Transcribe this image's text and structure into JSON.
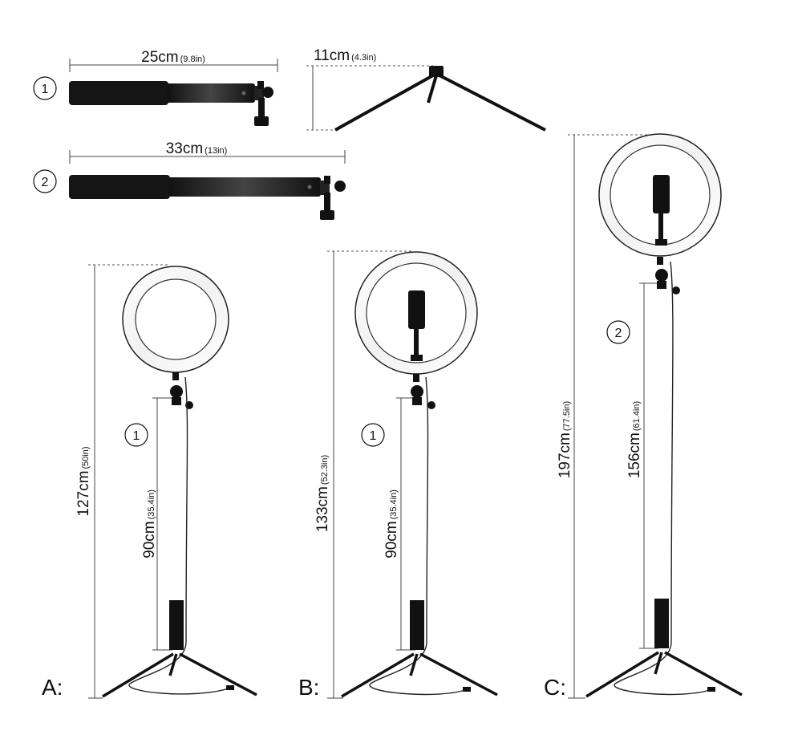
{
  "dimensions": {
    "stick_1": {
      "main": "25cm",
      "sub": "(9.8in)"
    },
    "stick_2": {
      "main": "33cm",
      "sub": "(13in)"
    },
    "tripod": {
      "main": "11cm",
      "sub": "(4.3in)"
    },
    "a_total": {
      "main": "127cm",
      "sub": "(50in)"
    },
    "a_pole": {
      "main": "90cm",
      "sub": "(35.4in)"
    },
    "b_total": {
      "main": "133cm",
      "sub": "(52.3in)"
    },
    "b_pole": {
      "main": "90cm",
      "sub": "(35.4in)"
    },
    "c_total": {
      "main": "197cm",
      "sub": "(77.5in)"
    },
    "c_pole": {
      "main": "156cm",
      "sub": "(61.4in)"
    }
  },
  "markers": {
    "one": "1",
    "two": "2"
  },
  "configs": {
    "a": "A:",
    "b": "B:",
    "c": "C:"
  }
}
